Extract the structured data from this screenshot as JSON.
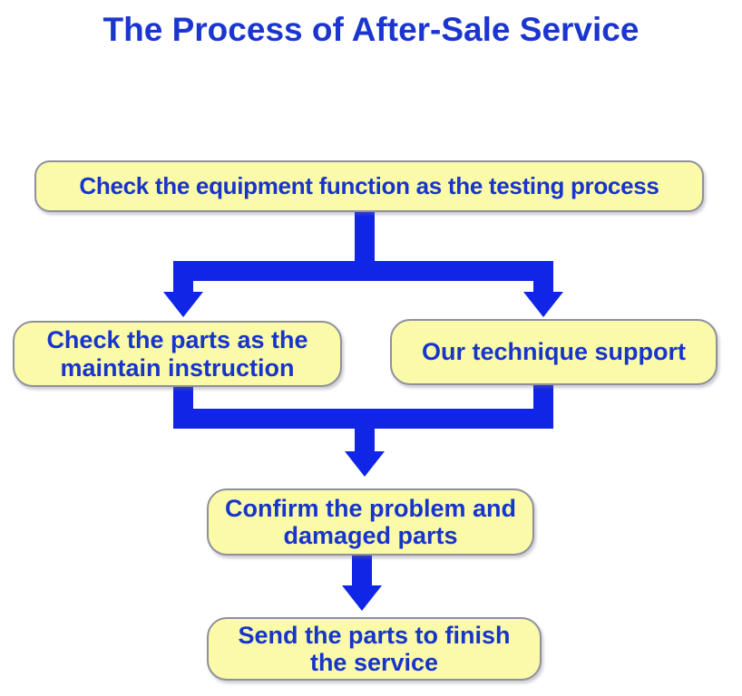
{
  "title": {
    "text": "The Process of After-Sale Service",
    "color": "#1b36cf"
  },
  "colors": {
    "box_fill": "#fafaa8",
    "box_border": "#8f8f9e",
    "text_blue": "#1734cb",
    "arrow_blue": "#1025e5",
    "background": "#ffffff"
  },
  "flowchart": {
    "boxes": [
      {
        "id": "check-equipment",
        "text": "Check the equipment function as the testing process"
      },
      {
        "id": "check-parts",
        "text": "Check the parts as the\nmaintain instruction"
      },
      {
        "id": "technique-support",
        "text": "Our technique support"
      },
      {
        "id": "confirm-problem",
        "text": "Confirm the problem and\ndamaged parts"
      },
      {
        "id": "send-parts",
        "text": "Send the parts to finish\nthe service"
      }
    ],
    "connections": [
      {
        "from": "check-equipment",
        "to": "check-parts"
      },
      {
        "from": "check-equipment",
        "to": "technique-support"
      },
      {
        "from": "check-parts",
        "to": "confirm-problem"
      },
      {
        "from": "technique-support",
        "to": "confirm-problem"
      },
      {
        "from": "confirm-problem",
        "to": "send-parts"
      }
    ]
  }
}
